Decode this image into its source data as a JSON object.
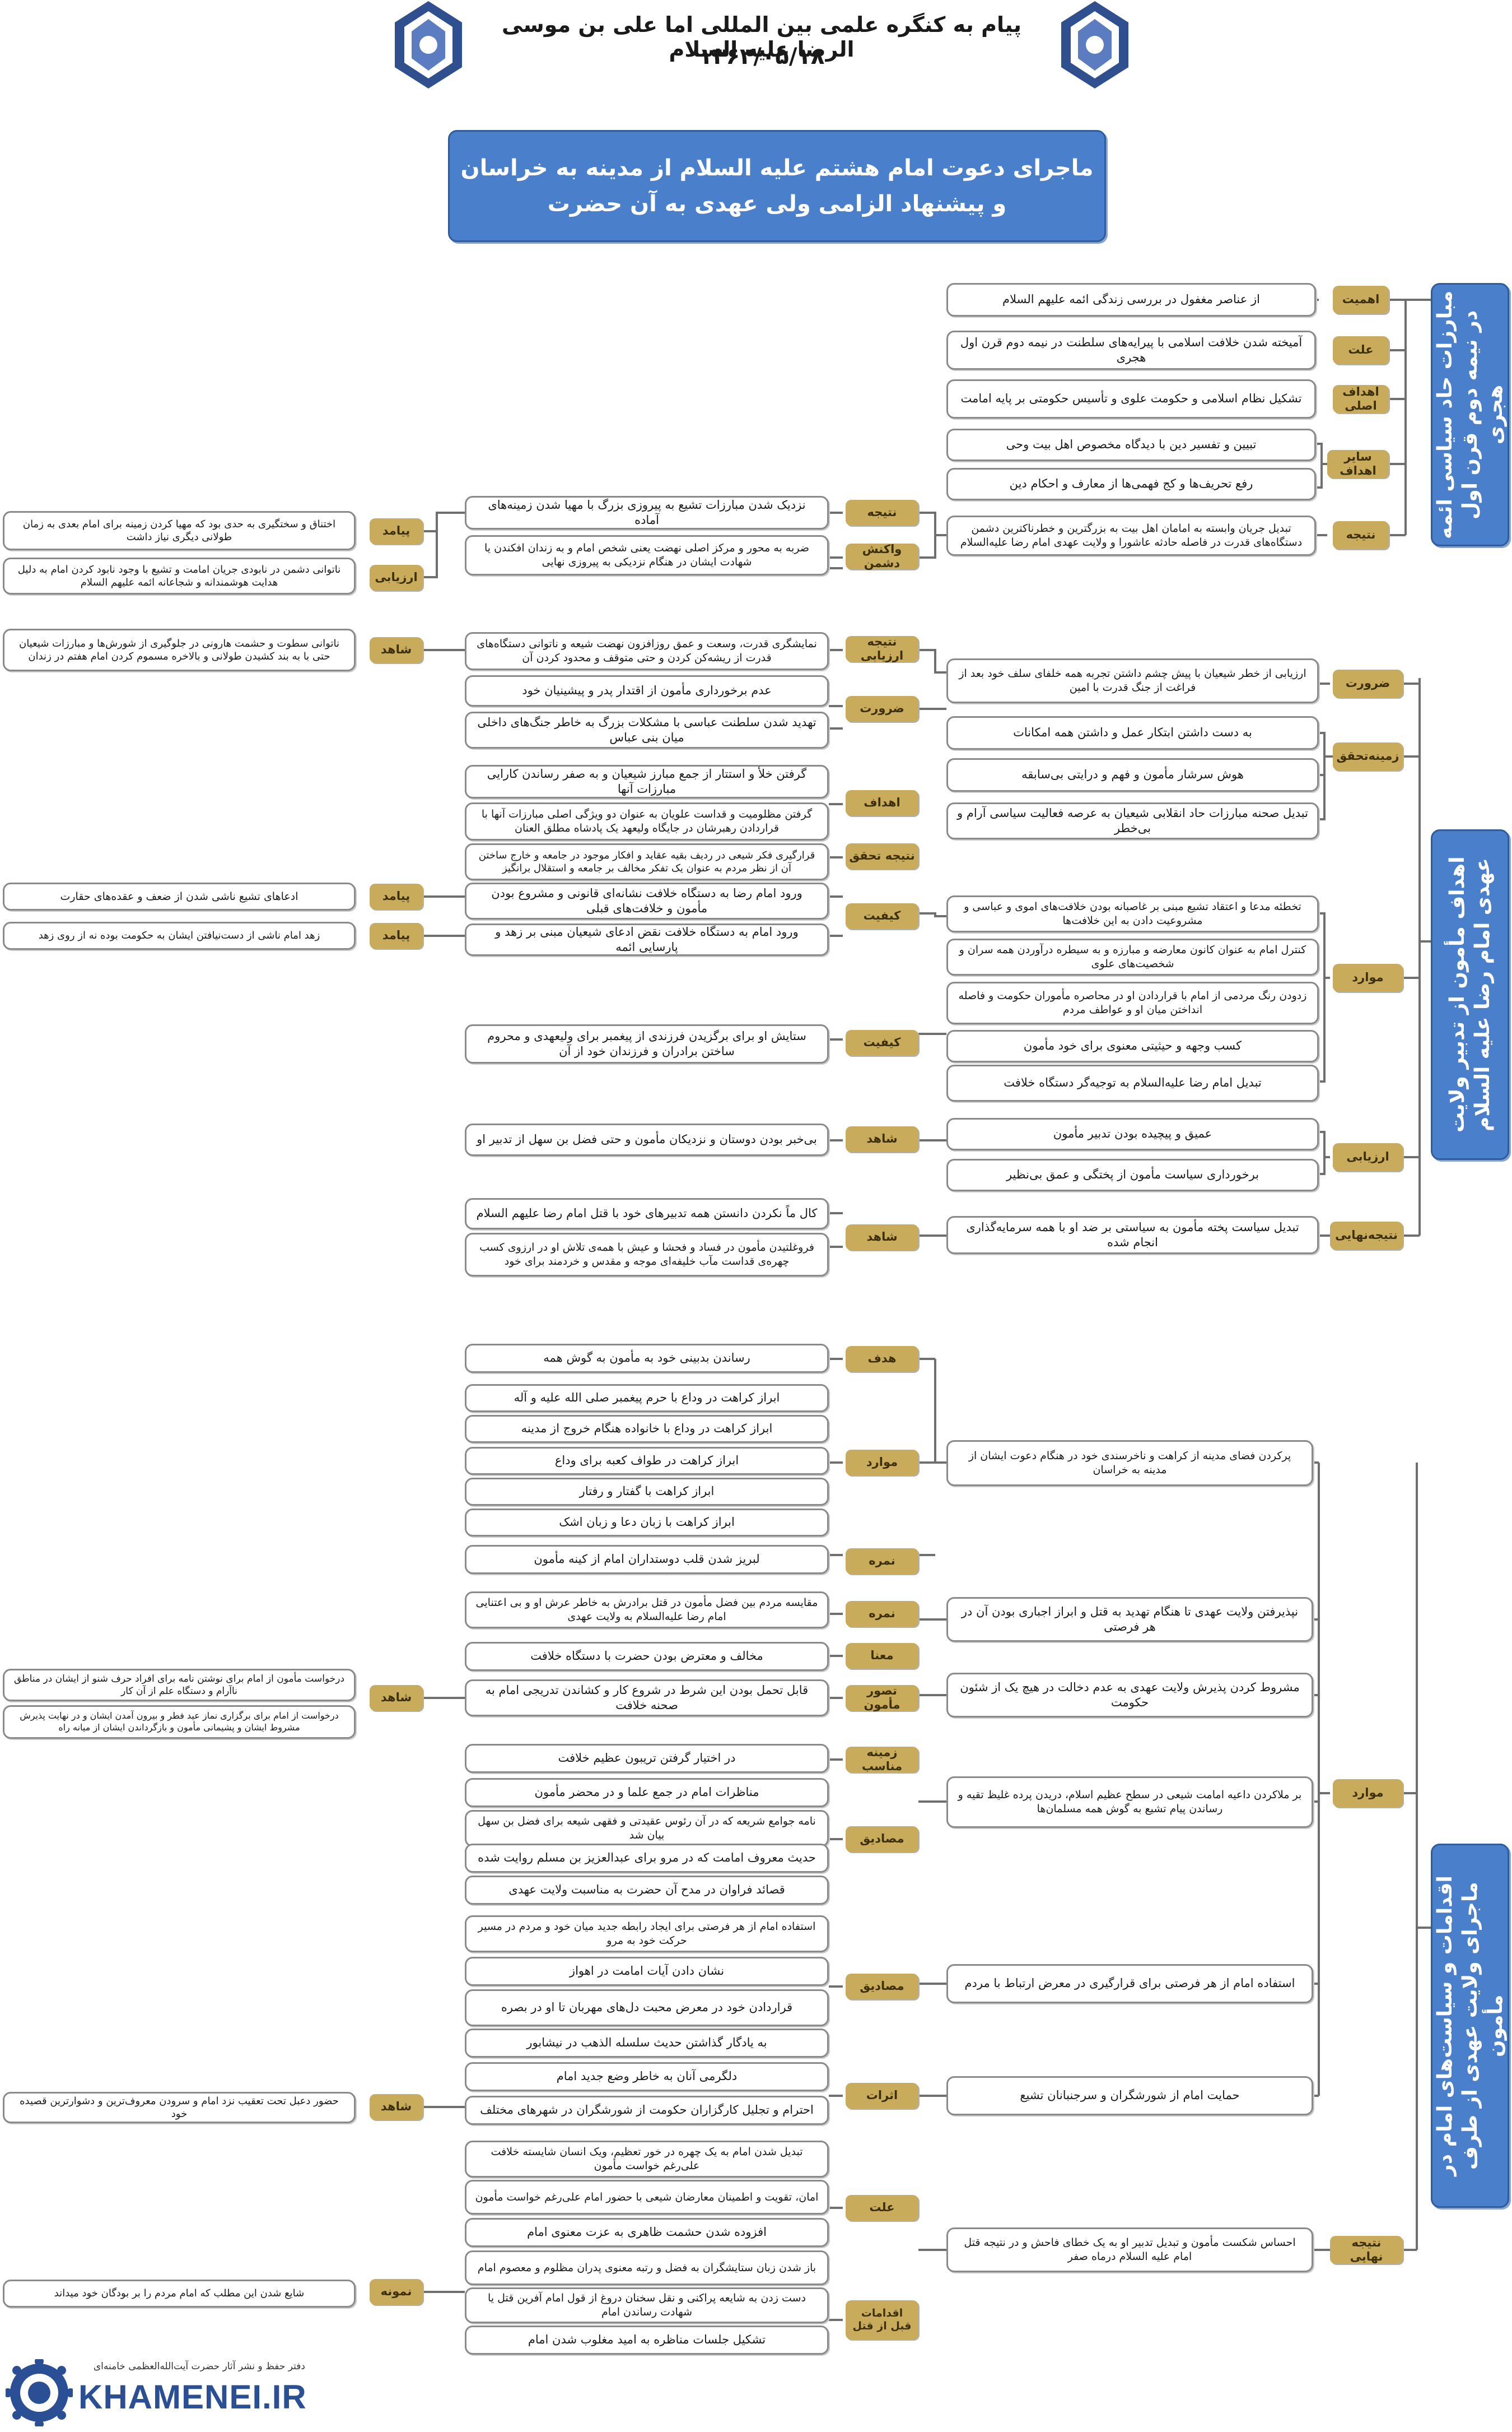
{
  "header": {
    "line1": "پیام به کنگره علمی بین المللی اما علی بن موسی الرضا علیه السلام",
    "line2": "۱۳۶۳/۰۵/۱۸"
  },
  "title": {
    "line1": "ماجرای دعوت امام هشتم علیه السلام از مدینه به خراسان",
    "line2": "و پیشنهاد الزامی ولی عهدی به آن حضرت"
  },
  "sections": {
    "s1": "مبارزات حاد سیاسی ائمه در نیمه دوم قرن اول هجری",
    "s2": "اهداف مأمون از تدبیر ولایت عهدی امام رضا علیه السلام",
    "s3": "اقدامات و سیاست‌های امام در ماجرای ولایت عهدی از طرف مأمون"
  },
  "s1": {
    "labels": {
      "ahamiat": "اهمیت",
      "elat": "علت",
      "ahdaf_asli": "اهداف اصلی",
      "sayer_ahdaf": "سایر اهداف",
      "natije": "نتیجه",
      "natije2": "نتیجه",
      "vakonesh": "واکنش دشمن",
      "payamad": "پیامد",
      "arzyabi": "ارزیابی"
    },
    "items": {
      "a1": "از عناصر مغفول در بررسی زندگی ائمه علیهم السلام",
      "b1": "آمیخته شدن خلافت اسلامی با پیرایه‌های سلطنت در نیمه دوم قرن اول هجری",
      "c1": "تشکیل نظام اسلامی و حکومت علوی و تأسیس حکومتی بر پایه امامت",
      "d1": "تبیین و تفسیر دین با دیدگاه مخصوص اهل بیت وحی",
      "d2": "رفع تحریف‌ها و کج فهمی‌ها از معارف و احکام دین",
      "e1": "تبدیل جریان وابسته به امامان اهل بیت به بزرگترین و خطرناکترین دشمن دستگاه‌های قدرت در فاصله حادثه عاشورا و ولایت عهدی امام رضا علیه‌السلام",
      "f1": "نزدیک شدن مبارزات تشیع به پیروزی بزرگ با مهیا شدن زمینه‌های آماده",
      "g1": "ضربه به محور و مرکز اصلی نهضت یعنی شخص امام و به زندان افکندن یا شهادت ایشان در هنگام نزدیکی به پیروزی نهایی",
      "h1": "اختناق و سختگیری به حدی بود که مهیا کردن زمینه برای امام بعدی به زمان طولانی دیگری نیاز داشت",
      "i1": "ناتوانی دشمن در نابودی جریان امامت و تشیع با وجود نابود کردن امام به دلیل هدایت هوشمندانه و شجاعانه ائمه علیهم السلام"
    }
  },
  "s2": {
    "labels": {
      "zarurat": "ضرورت",
      "zamine": "زمینه‌تحقق",
      "mavared": "موارد",
      "arzyabi": "ارزیابی",
      "natije_nahayi": "نتیجه‌نهایی",
      "natije_arzyabi": "نتیجه ارزیابی",
      "zarurat2": "ضرورت",
      "ahdaf": "اهداف",
      "natije_tahaghogh": "نتیجه تحقق",
      "keyfiat": "کیفیت",
      "keyfiat2": "کیفیت",
      "shahed1": "شاهد",
      "shahed2": "شاهد",
      "shahed3": "شاهد",
      "payamad1": "پیامد",
      "payamad2": "پیامد"
    },
    "right": {
      "r1": "ارزیابی از خطر شیعیان با پیش چشم داشتن تجربه همه خلفای سلف خود بعد از فراغت از جنگ قدرت با امین",
      "r2": "به دست داشتن ابتکار عمل و داشتن همه امکانات",
      "r3": "هوش سرشار مأمون و فهم و درایتی بی‌سابقه",
      "r4": "تبدیل صحنه مبارزات حاد انقلابی شیعیان به عرصه فعالیت سیاسی آرام و بی‌خطر",
      "r5": "تخطئه مدعا و اعتقاد تشیع مبنی بر غاصبانه بودن خلافت‌های اموی و عباسی و مشروعیت دادن به این خلافت‌ها",
      "r6": "کنترل امام به عنوان کانون معارضه و مبارزه و به سیطره درآوردن همه سران و شخصیت‌های علوی",
      "r7": "زدودن رنگ مردمی از امام با قراردادن او در محاصره مأموران حکومت و فاصله انداختن میان او و عواطف مردم",
      "r8": "کسب وجهه و حیثیتی معنوی برای خود مأمون",
      "r9": "تبدیل امام رضا علیه‌السلام به توجیه‌گر دستگاه خلافت",
      "r10": "عمیق و پیچیده بودن تدبیر مأمون",
      "r11": "برخورداری سیاست مأمون از پختگی و عمق بی‌نظیر",
      "r12": "تبدیل سیاست پخته مأمون به سیاستی بر ضد او با همه سرمایه‌گذاری انجام شده"
    },
    "mid": {
      "m1": "نمایشگری قدرت، وسعت و عمق روزافزون نهضت شیعه و ناتوانی دستگاه‌های قدرت از ریشه‌کن کردن و حتی متوقف و محدود کردن آن",
      "m2": "عدم برخورداری مأمون از اقتدار پدر و پیشینیان خود",
      "m3": "تهدید شدن سلطنت عباسی با مشکلات بزرگ به خاطر جنگ‌های داخلی میان بنی عباس",
      "m4": "گرفتن خلأ و استتار از جمع مبارز شیعیان و به صفر رساندن کارایی مبارزات آنها",
      "m5": "گرفتن مظلومیت و قداست علویان به عنوان دو ویژگی اصلی مبارزات آنها با قراردادن رهبرشان در جایگاه ولیعهد یک پادشاه مطلق العنان",
      "m6": "قرارگیری فکر شیعی در ردیف بقیه عقاید و افکار موجود در جامعه و خارج ساختن آن از نظر مردم به عنوان یک تفکر مخالف بر جامعه و استقلال برانگیز",
      "m7": "ورود امام رضا به دستگاه خلافت نشانه‌ای قانونی و مشروع بودن مأمون و خلافت‌های قبلی",
      "m8": "ورود امام به دستگاه خلافت نقض ادعای شیعیان مبنی بر زهد و پارسایی ائمه",
      "m9": "ستایش او برای برگزیدن فرزندی از پیغمبر برای ولیعهدی و محروم ساختن برادران و فرزندان خود از آن",
      "m10": "بی‌خبر بودن دوستان و نزدیکان مأمون و حتی فضل بن سهل از تدبیر او",
      "m11": "کال ماً نکردن دانستن همه تدبیرهای خود با قتل امام رضا علیهم السلام",
      "m12": "فروغلتیدن مأمون در فساد و فحشا و عیش با همه‌ی تلاش او در ارزوی کسب چهره‌ی قداست مآب خلیفه‌ای موجه و مقدس و خردمند برای خود"
    },
    "left": {
      "l1": "ناتوانی سطوت و حشمت هارونی در جلوگیری از شورش‌ها و مبارزات شیعیان حتی با به بند کشیدن طولانی و بالاخره مسموم کردن امام هفتم در زندان",
      "l2": "ادعاهای تشیع ناشی شدن از ضعف و عقده‌های حقارت",
      "l3": "زهد امام ناشی از دست‌نیافتن ایشان به حکومت بوده نه از روی زهد"
    }
  },
  "s3": {
    "labels": {
      "mavared": "موارد",
      "natije_nahayi": "نتیجه نهایی",
      "hadaf": "هدف",
      "mavared2": "موارد",
      "nemune": "نمره",
      "nemune2": "نمره",
      "manaa": "معنا",
      "tasavor": "تصور مأمون",
      "zamine": "زمینه مناسب",
      "masadigh": "مصادیق",
      "masadigh2": "مصادیق",
      "asarat": "اثرات",
      "elat": "علت",
      "eqdamat": "اقدامات قبل از قتل",
      "shahed1": "شاهد",
      "shahed2": "شاهد",
      "nemune3": "نمونه"
    },
    "right": {
      "r1": "پرکردن فضای مدینه از کراهت و ناخرسندی خود در هنگام دعوت ایشان از مدینه به خراسان",
      "r2": "نپذیرفتن ولایت عهدی تا هنگام تهدید به قتل و ابراز اجباری بودن آن در هر فرصتی",
      "r3": "مشروط کردن پذیرش ولایت عهدی به عدم دخالت در هیچ یک از شئون حکومت",
      "r4": "بر ملاکردن داعیه امامت شیعی در سطح عظیم اسلام، دریدن پرده غلیظ تقیه و رساندن پیام تشیع به گوش همه مسلمان‌ها",
      "r5": "استفاده امام از هر فرصتی برای قرارگیری در معرض ارتباط با مردم",
      "r6": "حمایت امام از شورشگران و سرجنبانان تشیع",
      "r7": "احساس شکست مأمون و تبدیل تدبیر او به یک خطای فاحش و در نتیجه قتل امام علیه السلام درماه صفر"
    },
    "mid": {
      "m1": "رساندن بدبینی خود به مأمون به گوش همه",
      "m2": "ابراز کراهت در وداع با حرم پیغمبر صلی الله علیه و آله",
      "m3": "ابراز کراهت در وداع با خانواده هنگام خروج از مدینه",
      "m4": "ابراز کراهت در طواف کعبه برای وداع",
      "m5": "ابراز کراهت با گفتار و رفتار",
      "m6": "ابراز کراهت با زبان دعا و زبان اشک",
      "m7": "لبریز شدن قلب دوستداران امام از کینه مأمون",
      "m8": "مقایسه مردم بین فضل مأمون در قتل برادرش به خاطر عرش او و بی اعتنایی امام رضا علیه‌السلام به ولایت عهدی",
      "m9": "مخالف و معترض بودن حضرت با دستگاه خلافت",
      "m10": "قابل تحمل بودن این شرط در شروع کار و کشاندن تدریجی امام به صحنه خلافت",
      "m11": "در اختیار گرفتن تریبون عظیم خلافت",
      "m12": "مناظرات امام در جمع علما و در محضر مأمون",
      "m13": "نامه جوامع شریعه که در آن رئوس عقیدتی و فقهی شیعه برای فضل بن سهل بیان شد",
      "m14": "حدیث معروف امامت که در مرو برای عبدالعزیز بن مسلم روایت شده",
      "m15": "قصائد فراوان در مدح آن حضرت به مناسبت ولایت عهدی",
      "m16": "استفاده امام از هر فرصتی برای ایجاد رابطه جدید میان خود و مردم در مسیر حرکت خود به مرو",
      "m17": "نشان دادن آیات امامت در اهواز",
      "m18": "قراردادن خود در معرض محبت دل‌های مهربان تا او در بصره",
      "m19": "به یادگار گذاشتن حدیث سلسله الذهب در نیشابور",
      "m20": "دلگرمی آنان به خاطر وضع جدید امام",
      "m21": "احترام و تجلیل کارگزاران حکومت از شورشگران در شهرهای مختلف",
      "m22": "تبدیل شدن امام به یک چهره در خور تعظیم، ویک انسان شایسته خلافت علی‌رغم خواست مأمون",
      "m23": "امان، تقویت و اطمینان معارضان شیعی با حضور امام علی‌رغم خواست مأمون",
      "m24": "افزوده شدن حشمت ظاهری به عزت معنوی امام",
      "m25": "باز شدن زبان ستایشگران به فضل و رتبه معنوی پدران مظلوم و معصوم امام",
      "m26": "دست زدن به شایعه پراکنی و نقل سخنان دروغ از قول امام آفرین قتل یا شهادت رساندن امام",
      "m27": "تشکیل جلسات مناظره به امید مغلوب شدن امام"
    },
    "left": {
      "l1": "درخواست مأمون از امام برای نوشتن نامه برای افراد حرف شنو از ایشان در مناطق ناآرام و دستگاه علم از آن کار",
      "l2": "درخواست از امام برای برگزاری نماز عید فطر و بیرون آمدن ایشان و در نهایت پذیرش مشروط ایشان و پشیمانی مأمون و بازگرداندن ایشان از میانه راه",
      "l3": "حضور دعبل تحت تعقیب نزد امام و سرودن معروف‌ترین و دشوارترین قصیده خود",
      "l4": "شایع شدن این مطلب که امام مردم را بر بودگان خود میداند"
    }
  },
  "footer": {
    "org": "دفتر حفظ و نشر آثار حضرت آیت‌الله‌العظمی خامنه‌ای",
    "logo_text": "KHAMENEI.IR"
  },
  "colors": {
    "primary_blue": "#4a7fcb",
    "gold_label": "#c8ab5b",
    "border_gray": "#8a8a8a"
  }
}
